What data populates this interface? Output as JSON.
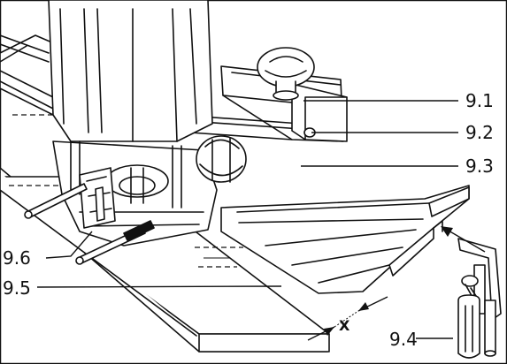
{
  "illustration": {
    "subject": "router-on-guide-rail-with-clamp",
    "colors": {
      "ink": "#111111",
      "background": "#ffffff"
    }
  },
  "callouts": {
    "c91": "9.1",
    "c92": "9.2",
    "c93": "9.3",
    "c94": "9.4",
    "c95": "9.5",
    "c96": "9.6"
  },
  "dimension": {
    "label": "X"
  }
}
